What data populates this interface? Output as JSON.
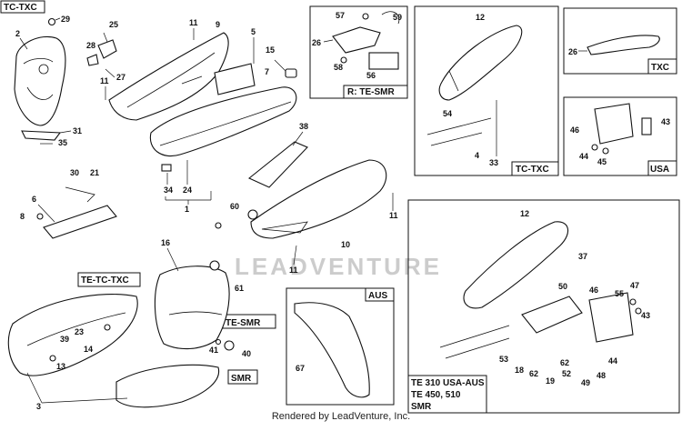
{
  "watermark": "LEADVENTURE",
  "credit": "Rendered by LeadVenture, Inc.",
  "boxes": {
    "tc_txc_top": "TC-TXC",
    "r_te_smr": "R: TE-SMR",
    "tc_txc_tail": "TC-TXC",
    "txc": "TXC",
    "usa": "USA",
    "te_tc_txc": "TE-TC-TXC",
    "te_smr": "TE-SMR",
    "smr": "SMR",
    "aus": "AUS",
    "te310_line1": "TE 310 USA-AUS",
    "te310_line2": "TE 450, 510",
    "te310_line3": "SMR"
  },
  "labels": {
    "n29": "29",
    "n2": "2",
    "n25": "25",
    "n28": "28",
    "n27": "27",
    "n11a": "11",
    "n31": "31",
    "n35": "35",
    "n11b": "11",
    "n9": "9",
    "n5": "5",
    "n15": "15",
    "n7": "7",
    "n38": "38",
    "n34": "34",
    "n24": "24",
    "n1": "1",
    "n57": "57",
    "n59": "59",
    "n26a": "26",
    "n58": "58",
    "n56": "56",
    "n12a": "12",
    "n54": "54",
    "n4": "4",
    "n33": "33",
    "n26b": "26",
    "n46a": "46",
    "n43a": "43",
    "n44a": "44",
    "n45": "45",
    "n30": "30",
    "n21": "21",
    "n6": "6",
    "n8": "8",
    "n60": "60",
    "n11c": "11",
    "n10": "10",
    "n11d": "11",
    "n16": "16",
    "n61": "61",
    "n41": "41",
    "n40": "40",
    "n23": "23",
    "n39": "39",
    "n14": "14",
    "n13": "13",
    "n3": "3",
    "n67": "67",
    "n12b": "12",
    "n37": "37",
    "n50": "50",
    "n46b": "46",
    "n55": "55",
    "n47": "47",
    "n43b": "43",
    "n53": "53",
    "n18": "18",
    "n62a": "62",
    "n19": "19",
    "n52": "52",
    "n62b": "62",
    "n49": "49",
    "n48": "48",
    "n44b": "44"
  }
}
